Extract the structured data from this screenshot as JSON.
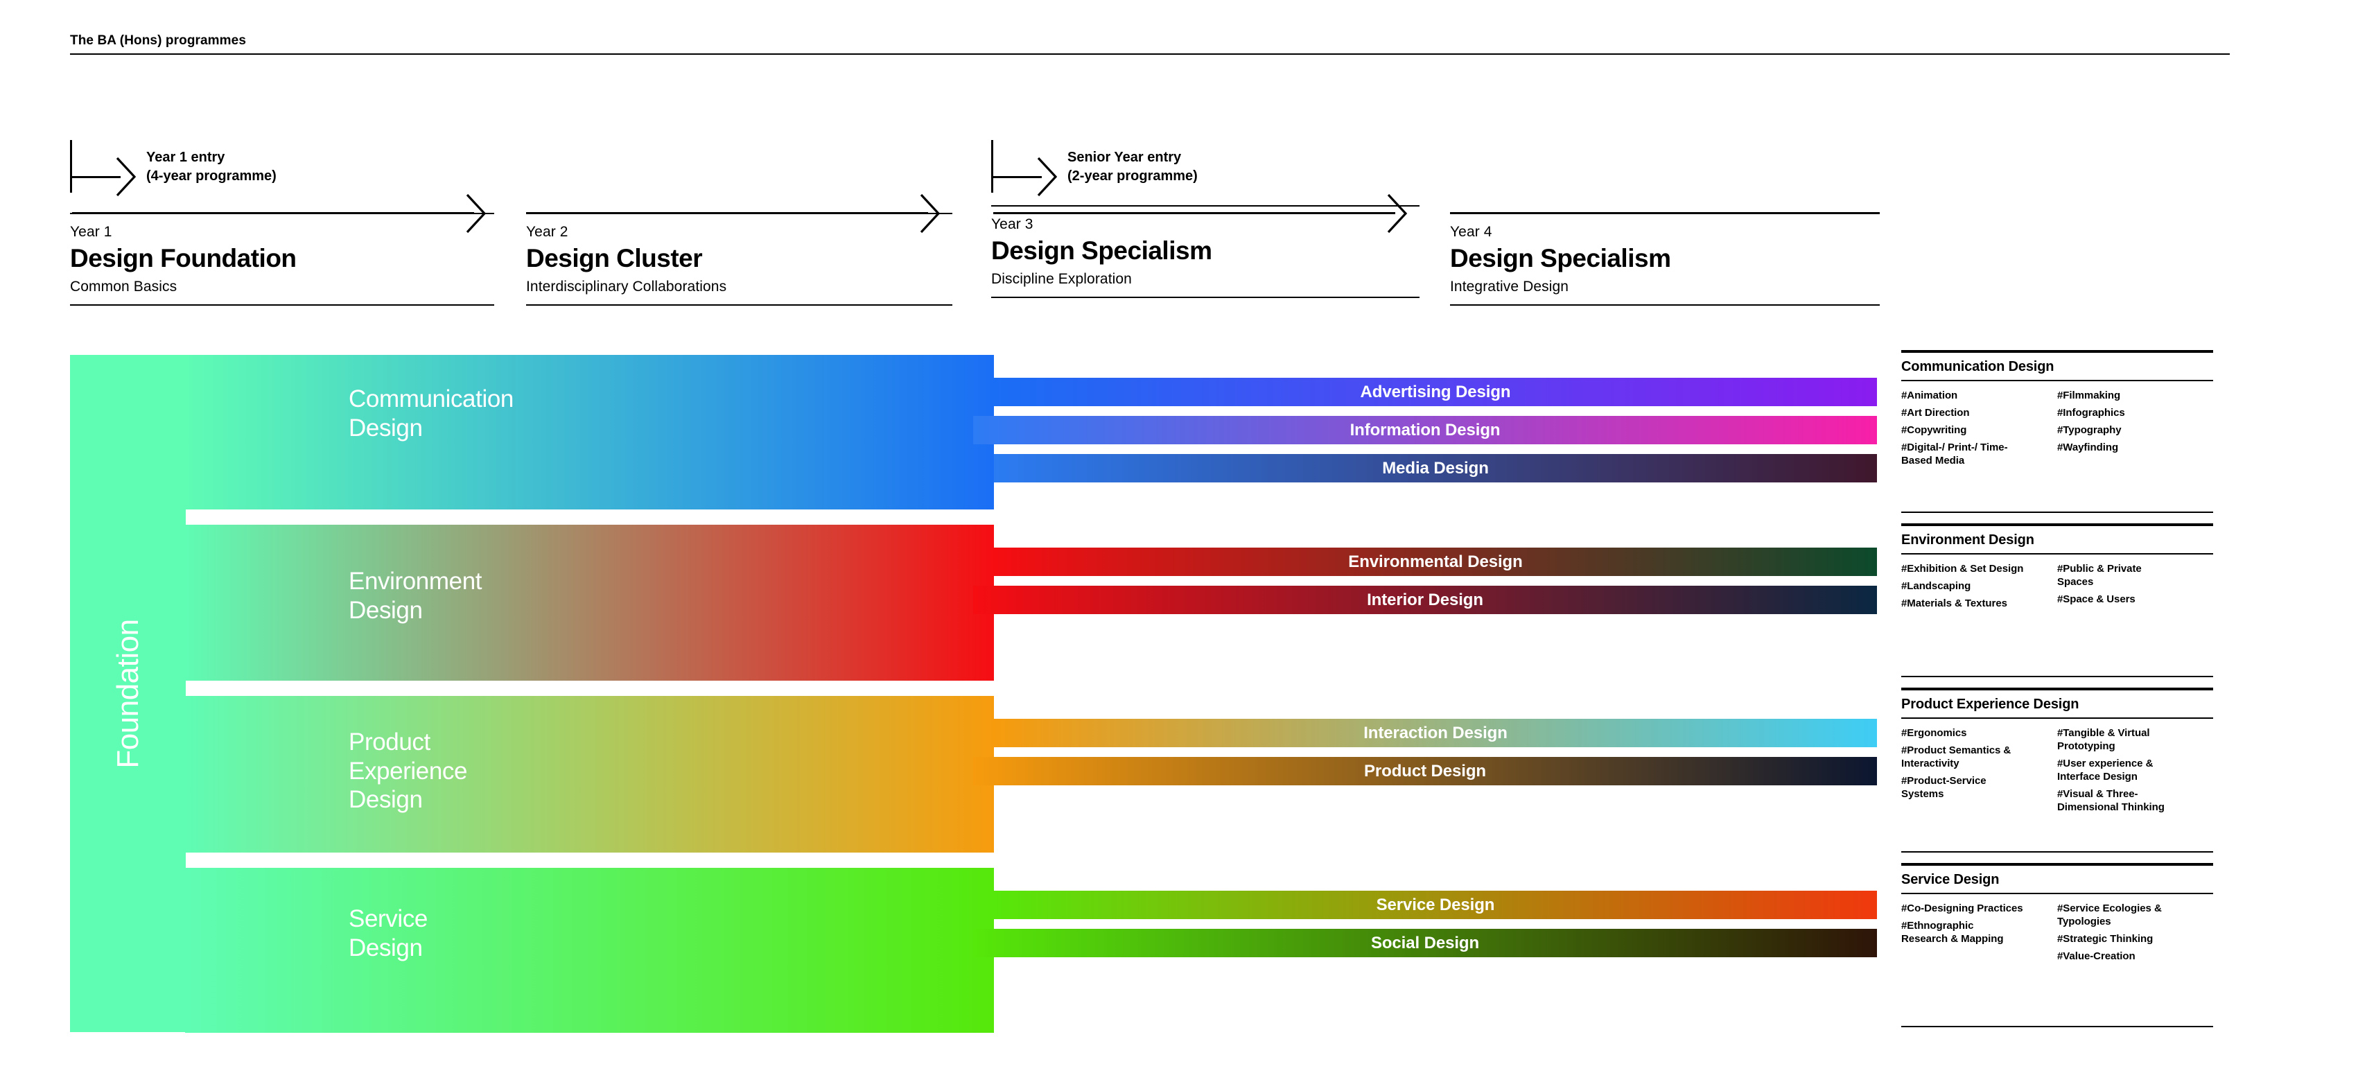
{
  "page": {
    "header_title": "The BA (Hons) programmes"
  },
  "entries": [
    {
      "id": "year1-entry",
      "line1": "Year 1 entry",
      "line2": "(4-year programme)"
    },
    {
      "id": "senior-year-entry",
      "line1": "Senior Year entry",
      "line2": "(2-year programme)"
    }
  ],
  "years": [
    {
      "num": "Year 1",
      "title": "Design Foundation",
      "sub": "Common Basics"
    },
    {
      "num": "Year 2",
      "title": "Design Cluster",
      "sub": "Interdisciplinary Collaborations"
    },
    {
      "num": "Year 3",
      "title": "Design Specialism",
      "sub": "Discipline Exploration"
    },
    {
      "num": "Year 4",
      "title": "Design Specialism",
      "sub": "Integrative Design"
    }
  ],
  "foundation": {
    "label": "Foundation",
    "color": "#5ffcb4"
  },
  "clusters": [
    {
      "name": "Communication\nDesign",
      "from": "#5ffcb4",
      "to": "#1a6ef5",
      "specialisms": [
        {
          "label": "Advertising Design",
          "from": "#1a6ef5",
          "to": "#8a1cf0"
        },
        {
          "label": "Information Design",
          "from": "#2d7cf5",
          "to": "#f81fa8"
        },
        {
          "label": "Media Design",
          "from": "#2b7cf2",
          "to": "#40172c"
        }
      ]
    },
    {
      "name": "Environment\nDesign",
      "from": "#5ffcb4",
      "to": "#f60d12",
      "specialisms": [
        {
          "label": "Environmental Design",
          "from": "#f60d12",
          "to": "#0c4a2c"
        },
        {
          "label": "Interior Design",
          "from": "#f60d12",
          "to": "#0a2742"
        }
      ]
    },
    {
      "name": "Product\nExperience\nDesign",
      "from": "#5ffcb4",
      "to": "#f79b0d",
      "specialisms": [
        {
          "label": "Interaction Design",
          "from": "#f79b0d",
          "to": "#3ecdf5"
        },
        {
          "label": "Product Design",
          "from": "#f79b0d",
          "to": "#0b1630"
        }
      ]
    },
    {
      "name": "Service\nDesign",
      "from": "#5ffcb4",
      "to": "#56e80a",
      "specialisms": [
        {
          "label": "Service Design",
          "from": "#56e80a",
          "to": "#f0380d"
        },
        {
          "label": "Social Design",
          "from": "#56e80a",
          "to": "#2e1408"
        }
      ]
    }
  ],
  "legend": [
    {
      "title": "Communication Design",
      "left": [
        "#Animation",
        "#Art Direction",
        "#Copywriting",
        "#Digital-/ Print-/ Time-\n   Based Media"
      ],
      "right": [
        "#Filmmaking",
        "#Infographics",
        "#Typography",
        "#Wayfinding"
      ]
    },
    {
      "title": "Environment Design",
      "left": [
        "#Exhibition & Set Design",
        "#Landscaping",
        "#Materials & Textures"
      ],
      "right": [
        "#Public & Private\n   Spaces",
        "#Space & Users"
      ]
    },
    {
      "title": "Product Experience Design",
      "left": [
        "#Ergonomics",
        "#Product Semantics &\n   Interactivity",
        "#Product-Service\n   Systems"
      ],
      "right": [
        "#Tangible & Virtual\n   Prototyping",
        "#User experience &\n   Interface Design",
        "#Visual & Three-\n   Dimensional Thinking"
      ]
    },
    {
      "title": "Service Design",
      "left": [
        "#Co-Designing Practices",
        "#Ethnographic\n   Research & Mapping"
      ],
      "right": [
        "#Service Ecologies &\n   Typologies",
        "#Strategic Thinking",
        "#Value-Creation"
      ]
    }
  ]
}
